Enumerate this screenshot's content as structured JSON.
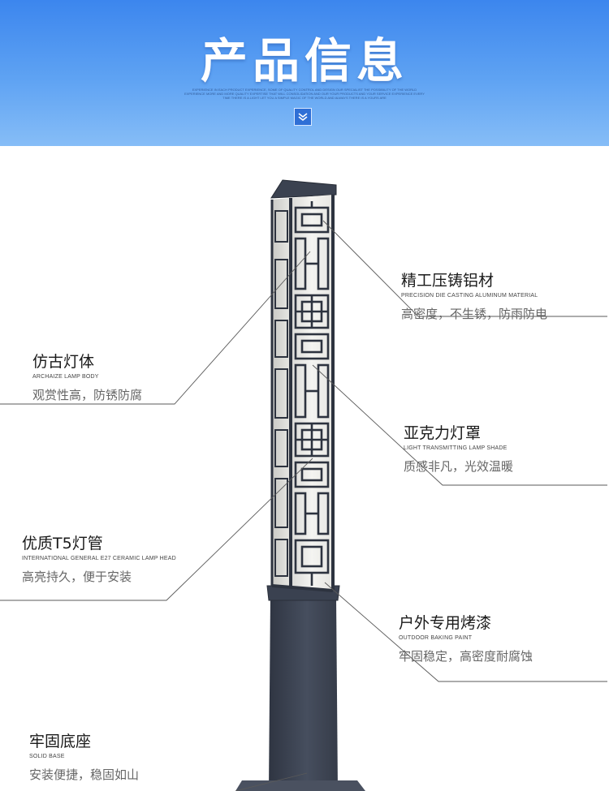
{
  "header": {
    "title": "产品信息",
    "subtitle": "EXPERIENCE IN EACH PRODUCT EXPERIENCE, SOME OF QUALITY CONTROL AND DESIGN OUR SPECIALIST THE POSSIBILITY OF THE WORLD EXPERIENCE MORE AND MORE QUALITY EXPERTISE THAT WILL CONSOLIDATION AND OUR YOUR PRODUCTS AND YOUR SERVICE EXPERIENCE EVERY TIME THERE IS A LIGHT LET YOU A SIMPLE MAGIC OF THE WORLD AND ALWAYS THERE IS A YOURS ARE"
  },
  "features": [
    {
      "cn": "精工压铸铝材",
      "en": "PRECISION DIE CASTING ALUMINUM MATERIAL",
      "desc": "高密度，不生锈，防雨防电"
    },
    {
      "cn": "仿古灯体",
      "en": "ARCHAIZE LAMP BODY",
      "desc": "观赏性高，防锈防腐"
    },
    {
      "cn": "亚克力灯罩",
      "en": "LIGHT TRANSMITTING LAMP SHADE",
      "desc": "质感非凡，光效温暖"
    },
    {
      "cn": "优质T5灯管",
      "en": "INTERNATIONAL GENERAL E27 CERAMIC LAMP HEAD",
      "desc": "高亮持久，便于安装"
    },
    {
      "cn": "户外专用烤漆",
      "en": "OUTDOOR BAKING PAINT",
      "desc": "牢固稳定，高密度耐腐蚀"
    },
    {
      "cn": "牢固底座",
      "en": "SOLID BASE",
      "desc": "安装便捷，稳固如山"
    }
  ],
  "colors": {
    "header_top": "#3c86ee",
    "header_bottom": "#86bdf7",
    "pole": "#3d4453"
  }
}
